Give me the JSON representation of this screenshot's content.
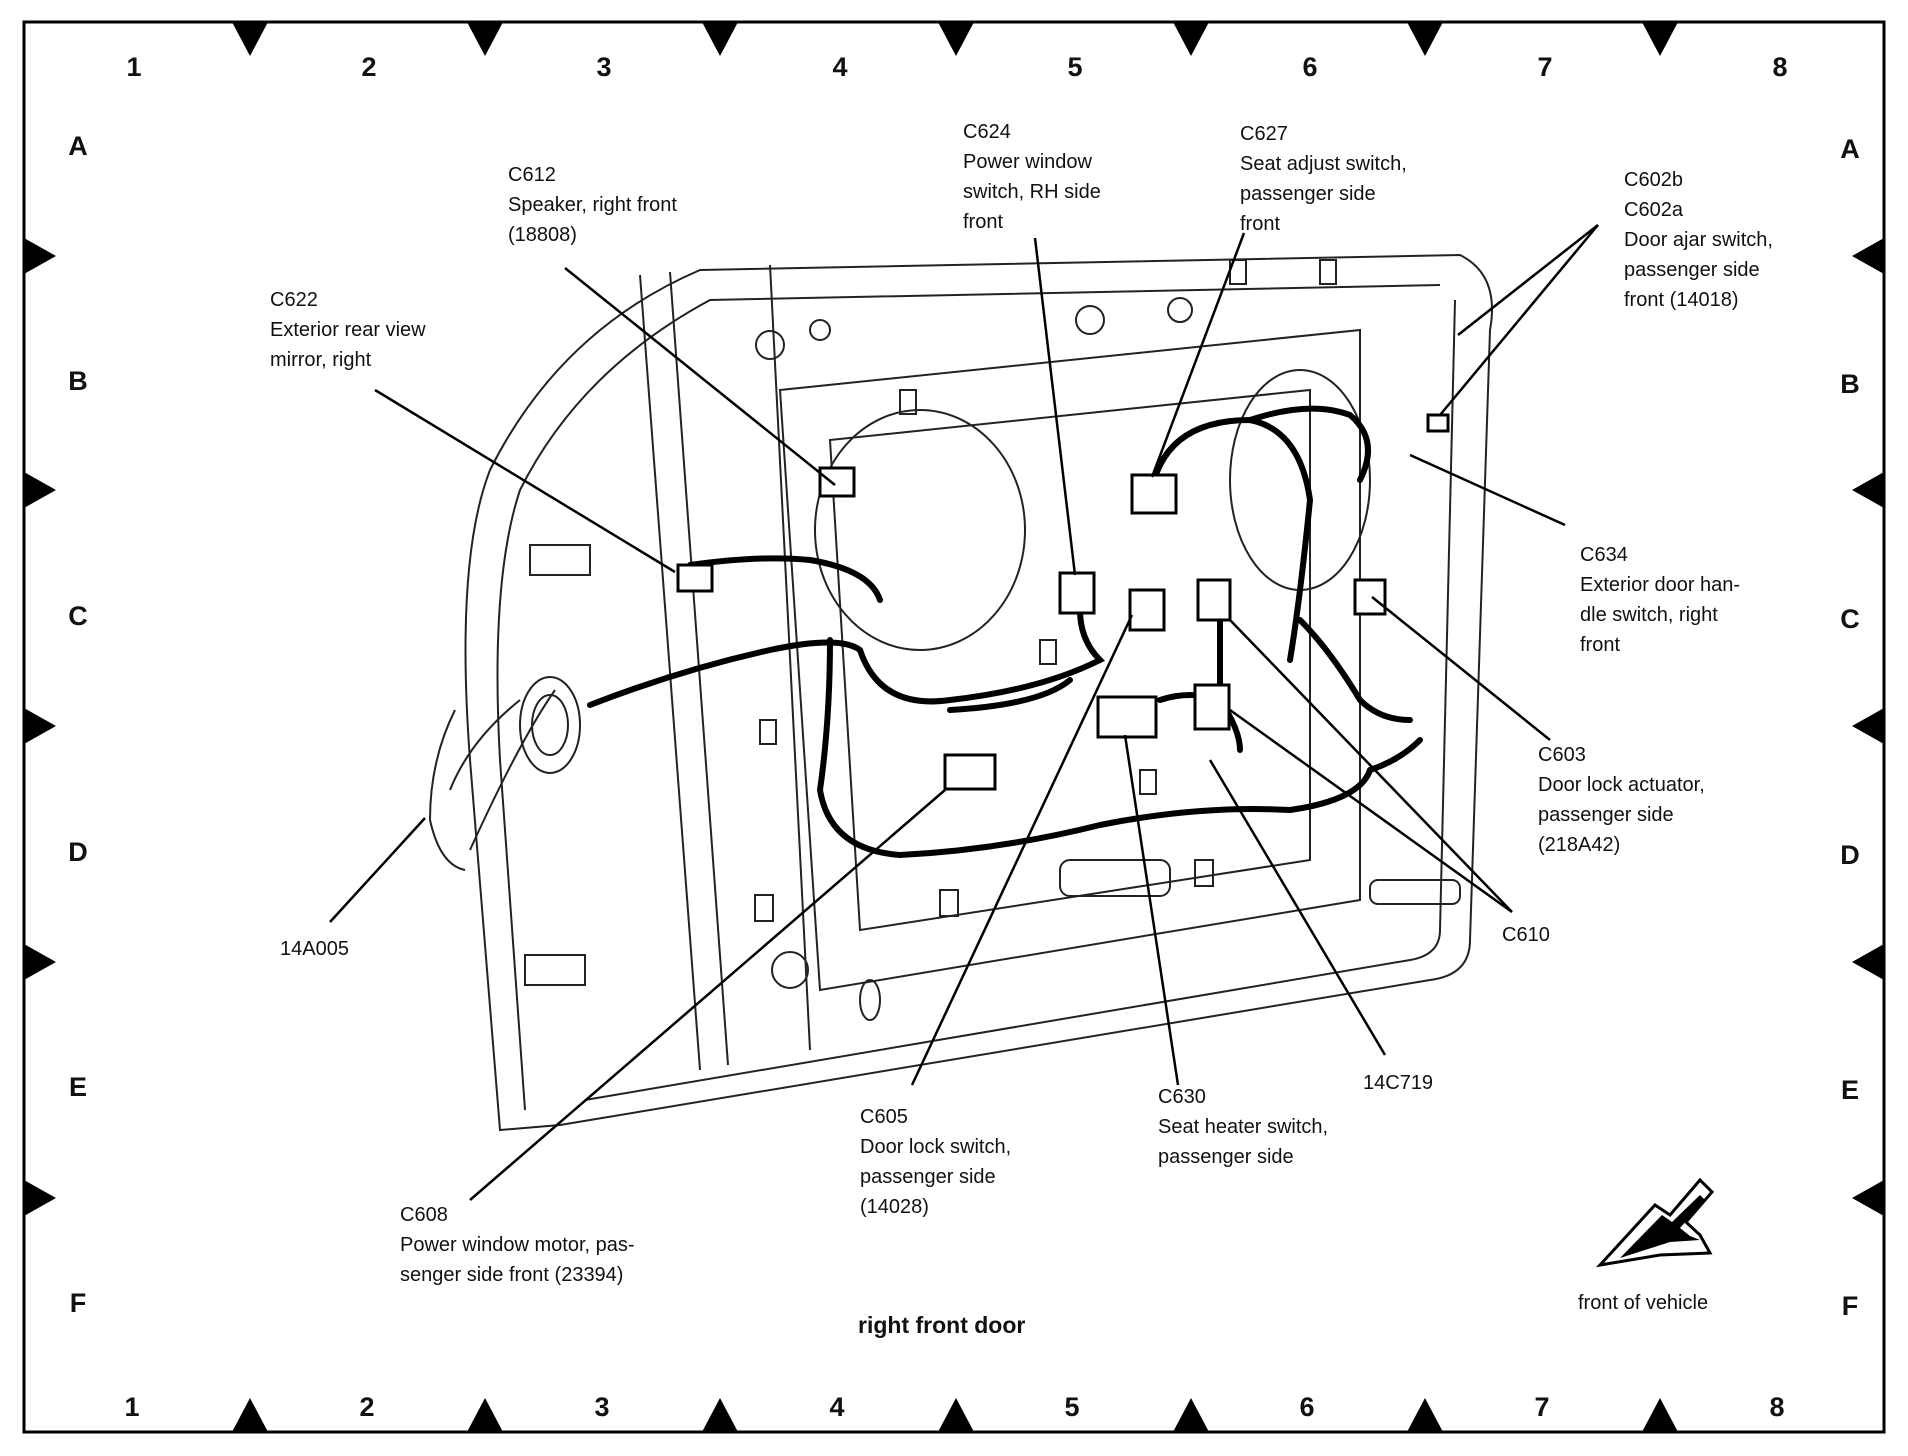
{
  "grid": {
    "columns": [
      "1",
      "2",
      "3",
      "4",
      "5",
      "6",
      "7",
      "8"
    ],
    "rows": [
      "A",
      "B",
      "C",
      "D",
      "E",
      "F"
    ]
  },
  "callouts": {
    "c612": {
      "code": "C612",
      "lines": [
        "Speaker, right front",
        "(18808)"
      ]
    },
    "c622": {
      "code": "C622",
      "lines": [
        "Exterior rear view",
        "mirror, right"
      ]
    },
    "c624": {
      "code": "C624",
      "lines": [
        "Power window",
        "switch, RH side",
        "front"
      ]
    },
    "c627": {
      "code": "C627",
      "lines": [
        "Seat adjust switch,",
        "passenger side",
        "front"
      ]
    },
    "c602": {
      "code_b": "C602b",
      "code_a": "C602a",
      "lines": [
        "Door ajar switch,",
        "passenger side",
        "front (14018)"
      ]
    },
    "c634": {
      "code": "C634",
      "lines": [
        "Exterior door han-",
        "dle switch, right",
        "front"
      ]
    },
    "c603": {
      "code": "C603",
      "lines": [
        "Door lock actuator,",
        "passenger side",
        "(218A42)"
      ]
    },
    "c610": {
      "code": "C610"
    },
    "p14a005": {
      "code": "14A005"
    },
    "p14c719": {
      "code": "14C719"
    },
    "c630": {
      "code": "C630",
      "lines": [
        "Seat heater switch,",
        "passenger side"
      ]
    },
    "c605": {
      "code": "C605",
      "lines": [
        "Door lock switch,",
        "passenger side",
        "(14028)"
      ]
    },
    "c608": {
      "code": "C608",
      "lines": [
        "Power window motor, pas-",
        "senger side front (23394)"
      ]
    }
  },
  "caption": "right front door",
  "direction_label": "front of vehicle"
}
